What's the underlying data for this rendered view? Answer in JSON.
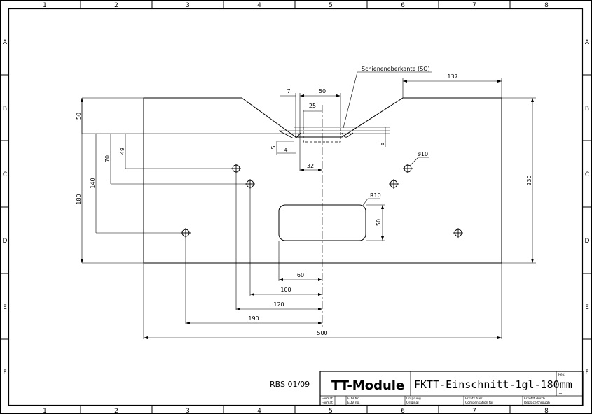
{
  "grid": {
    "columns": [
      "1",
      "2",
      "3",
      "4",
      "5",
      "6",
      "7",
      "8"
    ],
    "rows": [
      "A",
      "B",
      "C",
      "D",
      "E",
      "F"
    ]
  },
  "annotations": {
    "rail_top_edge": "Schienenoberkante (SO)",
    "hole_diameter": "ø10",
    "slot_radius": "R10"
  },
  "dimensions": {
    "d7": "7",
    "d50_top": "50",
    "d137": "137",
    "d25": "25",
    "d5": "5",
    "d4": "4",
    "d8": "8",
    "d32": "32",
    "d50_left": "50",
    "d70": "70",
    "d49": "49",
    "d140": "140",
    "d180": "180",
    "d230": "230",
    "d50_slot": "50",
    "d60": "60",
    "d100": "100",
    "d120": "120",
    "d190": "190",
    "d500": "500"
  },
  "title_block": {
    "company": "RBS 01/09",
    "title": "TT-Module",
    "drawing_name": "FKTT-Einschnitt-1gl-180mm",
    "rev_label": "Rev.",
    "rev_value": "_",
    "format_label": "Format",
    "format_label_en": "Format",
    "edv_label": "EDV Nr.",
    "edv_label_en": "EDV no.",
    "original_label": "Ursprung",
    "original_label_en": "Original",
    "replacement_label": "Ersatz fuer",
    "replacement_label_en": "Compensation for",
    "replaced_label": "Ersetzt durch",
    "replaced_label_en": "Replace through"
  }
}
